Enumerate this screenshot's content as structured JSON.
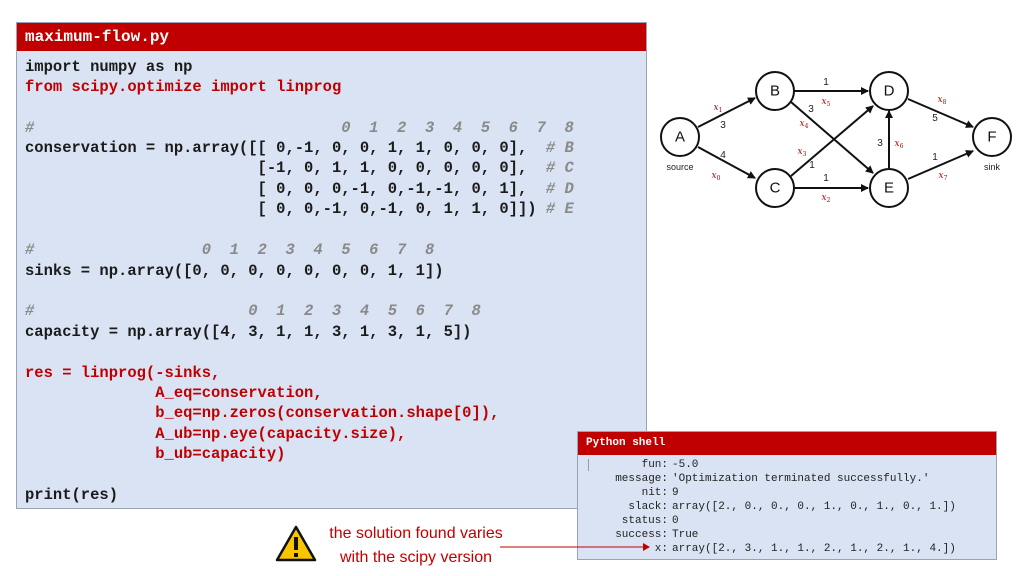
{
  "editor": {
    "filename": "maximum-flow.py",
    "lines": {
      "l1": "import numpy as np",
      "l2": "from scipy.optimize import linprog",
      "l3": "#                                 0  1  2  3  4  5  6  7  8",
      "l4a": "conservation = np.array([[ 0,-1, 0, 0, 1, 1, 0, 0, 0],",
      "l4b": "  # B",
      "l5a": "                         [-1, 0, 1, 1, 0, 0, 0, 0, 0],",
      "l5b": "  # C",
      "l6a": "                         [ 0, 0, 0,-1, 0,-1,-1, 0, 1],",
      "l6b": "  # D",
      "l7a": "                         [ 0, 0,-1, 0,-1, 0, 1, 1, 0]])",
      "l7b": " # E",
      "l8": "#                  0  1  2  3  4  5  6  7  8",
      "l9": "sinks = np.array([0, 0, 0, 0, 0, 0, 0, 1, 1])",
      "l10": "#                       0  1  2  3  4  5  6  7  8",
      "l11": "capacity = np.array([4, 3, 1, 1, 3, 1, 3, 1, 5])",
      "l12": "res = linprog(-sinks,",
      "l13": "              A_eq=conservation,",
      "l14": "              b_eq=np.zeros(conservation.shape[0]),",
      "l15": "              A_ub=np.eye(capacity.size),",
      "l16": "              b_ub=capacity)",
      "l17": "print(res)"
    }
  },
  "shell": {
    "title": "Python shell",
    "rows": [
      {
        "key": "fun:",
        "value": "-5.0"
      },
      {
        "key": "message:",
        "value": "'Optimization terminated successfully.'"
      },
      {
        "key": "nit:",
        "value": "9"
      },
      {
        "key": "slack:",
        "value": "array([2., 0., 0., 0., 1., 0., 1., 0., 1.])"
      },
      {
        "key": "status:",
        "value": "0"
      },
      {
        "key": "success:",
        "value": "True"
      },
      {
        "key": "x:",
        "value": "array([2., 3., 1., 1., 2., 1., 2., 1., 4.])"
      }
    ]
  },
  "note": {
    "line1": "the solution found varies",
    "line2": "with the scipy version"
  },
  "graph": {
    "nodes": [
      "A",
      "B",
      "C",
      "D",
      "E",
      "F"
    ],
    "source_label": "source",
    "sink_label": "sink",
    "edges": [
      {
        "var": "x",
        "idx": "0",
        "cap": "4"
      },
      {
        "var": "x",
        "idx": "1",
        "cap": "3"
      },
      {
        "var": "x",
        "idx": "2",
        "cap": "1"
      },
      {
        "var": "x",
        "idx": "3",
        "cap": "1"
      },
      {
        "var": "x",
        "idx": "4",
        "cap": "3"
      },
      {
        "var": "x",
        "idx": "5",
        "cap": "1"
      },
      {
        "var": "x",
        "idx": "6",
        "cap": "3"
      },
      {
        "var": "x",
        "idx": "7",
        "cap": "1"
      },
      {
        "var": "x",
        "idx": "8",
        "cap": "5"
      }
    ]
  },
  "colors": {
    "accent": "#c00000",
    "panel": "#dae3f3"
  }
}
